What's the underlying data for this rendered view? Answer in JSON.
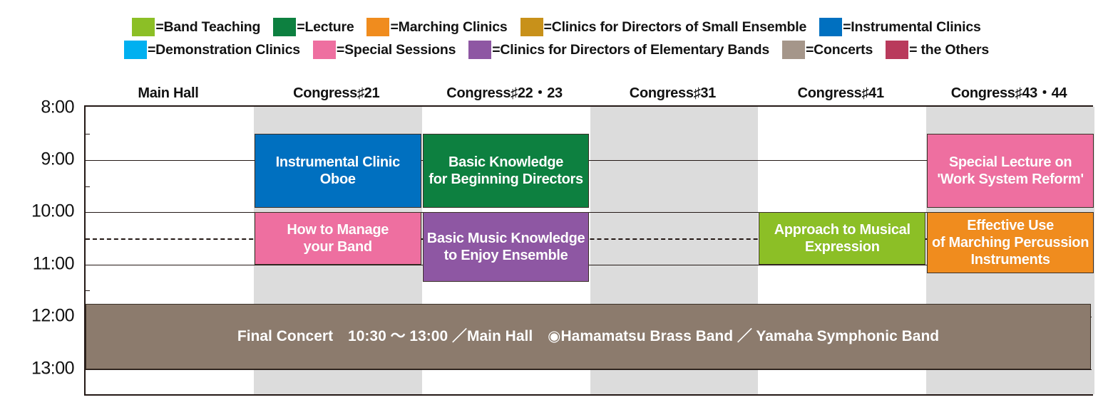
{
  "legend": {
    "rows": [
      [
        {
          "color": "#8cbf26",
          "label": "=Band Teaching",
          "name": "band-teaching"
        },
        {
          "color": "#0d8040",
          "label": "=Lecture",
          "name": "lecture"
        },
        {
          "color": "#f08c1e",
          "label": "=Marching Clinics",
          "name": "marching-clinics"
        },
        {
          "color": "#c8911a",
          "label": "=Clinics for Directors of Small Ensemble",
          "name": "clinics-small-ensemble"
        },
        {
          "color": "#0070c0",
          "label": "=Instrumental Clinics",
          "name": "instrumental-clinics"
        }
      ],
      [
        {
          "color": "#00b0f0",
          "label": "=Demonstration  Clinics",
          "name": "demonstration-clinics"
        },
        {
          "color": "#ee6fa0",
          "label": "=Special Sessions",
          "name": "special-sessions"
        },
        {
          "color": "#8e57a3",
          "label": "=Clinics for Directors of Elementary Bands",
          "name": "clinics-elementary-bands"
        },
        {
          "color": "#a5968a",
          "label": "=Concerts",
          "name": "concerts"
        },
        {
          "color": "#b93a5c",
          "label": "= the Others",
          "name": "the-others"
        }
      ]
    ]
  },
  "columns": [
    {
      "label": "Main Hall",
      "shaded": false
    },
    {
      "label": "Congress♯21",
      "shaded": true
    },
    {
      "label": "Congress♯22・23",
      "shaded": false
    },
    {
      "label": "Congress♯31",
      "shaded": true
    },
    {
      "label": "Congress♯41",
      "shaded": false
    },
    {
      "label": "Congress♯43・44",
      "shaded": true
    }
  ],
  "time_axis": {
    "labels": [
      "8:00",
      "9:00",
      "10:00",
      "11:00",
      "12:00",
      "13:00"
    ],
    "start": "8:00",
    "end": "13:00"
  },
  "events": [
    {
      "id": "instrumental-clinic-oboe",
      "lines": [
        "Instrumental Clinic",
        "Oboe"
      ],
      "column": 1,
      "color": "#0070c0",
      "category": "Instrumental Clinics",
      "start": "8:30",
      "end": "9:55"
    },
    {
      "id": "basic-knowledge-beginning-directors",
      "lines": [
        "Basic Knowledge",
        "for Beginning Directors"
      ],
      "column": 2,
      "color": "#0d8040",
      "category": "Lecture",
      "start": "8:30",
      "end": "9:55"
    },
    {
      "id": "special-lecture-work-system-reform",
      "lines": [
        "Special Lecture on",
        "'Work System Reform'"
      ],
      "column": 5,
      "color": "#ee6fa0",
      "category": "Special Sessions",
      "start": "8:30",
      "end": "9:55"
    },
    {
      "id": "how-to-manage-your-band",
      "lines": [
        "How to Manage",
        "your Band"
      ],
      "column": 1,
      "color": "#ee6fa0",
      "category": "Special Sessions",
      "start": "10:00",
      "end": "11:00"
    },
    {
      "id": "basic-music-knowledge-enjoy-ensemble",
      "lines": [
        "Basic Music Knowledge",
        "to Enjoy Ensemble"
      ],
      "column": 2,
      "color": "#8e57a3",
      "category": "Clinics for Directors of Elementary Bands",
      "start": "10:00",
      "end": "11:20"
    },
    {
      "id": "approach-to-musical-expression",
      "lines": [
        "Approach to Musical",
        "Expression"
      ],
      "column": 4,
      "color": "#8cbf26",
      "category": "Band Teaching",
      "start": "10:00",
      "end": "11:00"
    },
    {
      "id": "effective-use-marching-percussion",
      "lines": [
        "Effective Use",
        "of Marching Percussion",
        "Instruments"
      ],
      "column": 5,
      "color": "#f08c1e",
      "category": "Marching Clinics",
      "start": "10:00",
      "end": "11:10"
    }
  ],
  "concert": {
    "id": "final-concert",
    "text": "Final Concert　10:30 ～ 13:00 ／Main Hall　◉Hamamatsu Brass Band ／ Yamaha Symphonic Band",
    "color": "#8c7b6d",
    "category": "Concerts",
    "start": "11:45",
    "end": "13:00"
  },
  "dashed_line": {
    "time": "10:30"
  }
}
